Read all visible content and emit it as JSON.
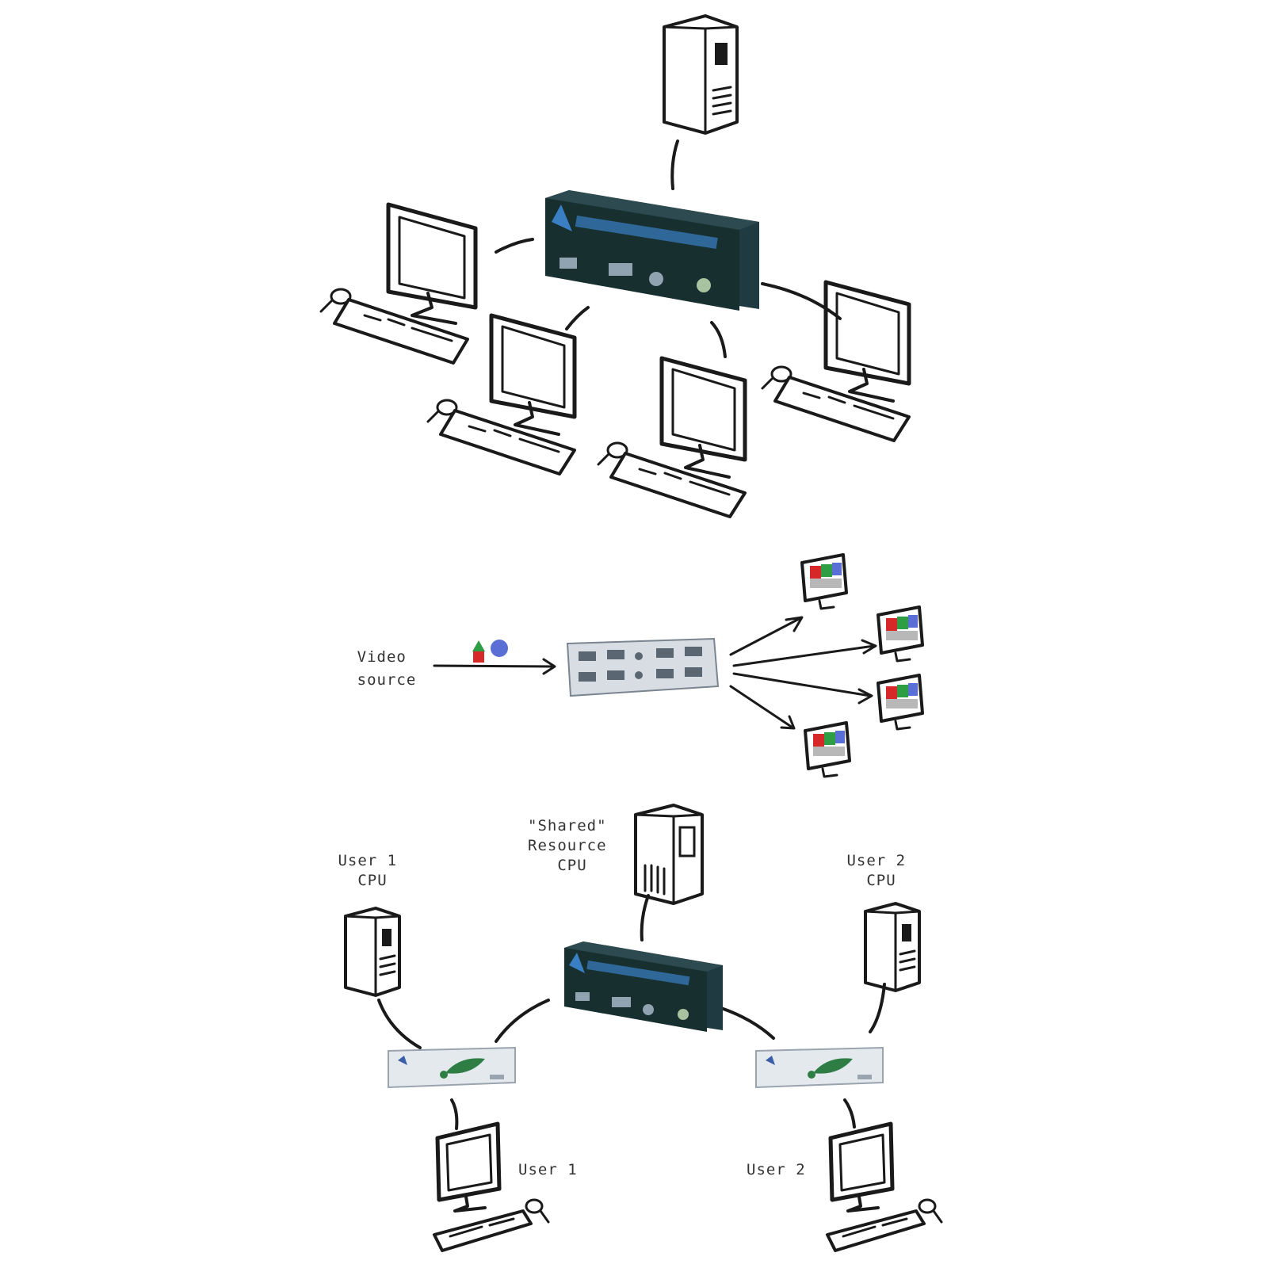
{
  "colors": {
    "ink": "#1a1a1a",
    "kvm_body": "#1f3a40",
    "kvm_label": "#3a7fc4",
    "splitter_body": "#d8dde3",
    "extender_body": "#e4e9ee",
    "extender_accent": "#2e7d45",
    "test_red": "#d62828",
    "test_green": "#2e9e44",
    "test_blue": "#5a6fd6"
  },
  "icons": {
    "tower": "tower-cpu-icon",
    "monitor": "monitor-icon",
    "keyboard": "keyboard-icon",
    "mouse": "mouse-icon",
    "kvm": "kvm-switch-icon",
    "splitter": "video-splitter-icon",
    "extender": "kvm-extender-icon",
    "test_pattern": "color-shapes-icon"
  },
  "labels": {
    "video_source": [
      "Video",
      "source"
    ],
    "shared_cpu": [
      "\"Shared\"",
      "Resource",
      "CPU"
    ],
    "user1_cpu": [
      "User 1",
      "CPU"
    ],
    "user2_cpu": [
      "User 2",
      "CPU"
    ],
    "user1": "User 1",
    "user2": "User 2"
  }
}
